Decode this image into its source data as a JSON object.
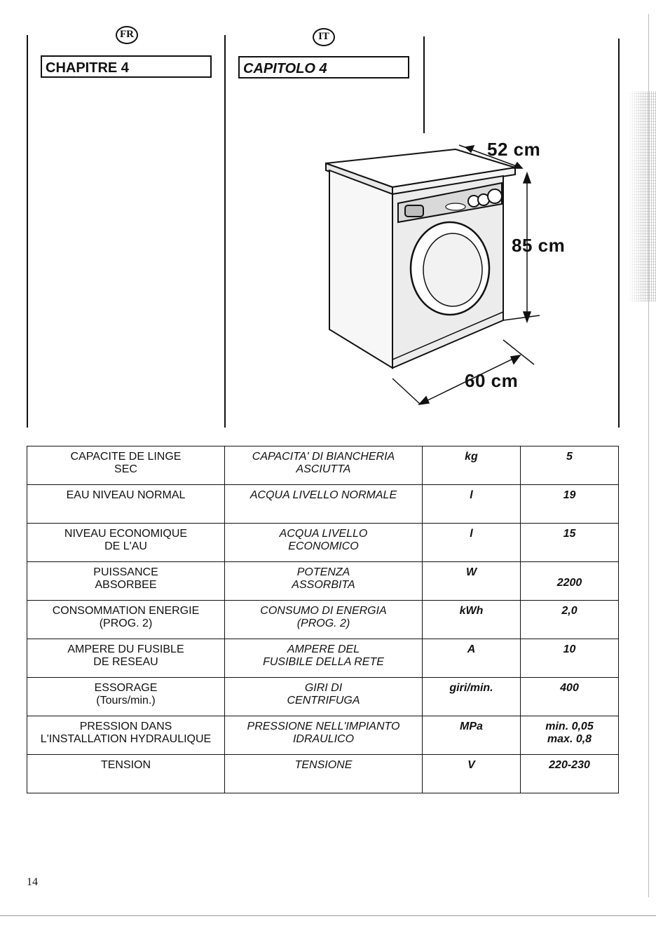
{
  "header": {
    "fr": {
      "lang_code": "FR",
      "chapter_title": "CHAPITRE 4"
    },
    "it": {
      "lang_code": "IT",
      "chapter_title": "CAPITOLO 4"
    }
  },
  "diagram": {
    "width_label": "52 cm",
    "height_label": "85 cm",
    "depth_label": "60 cm"
  },
  "specs": [
    {
      "fr": "CAPACITE DE LINGE\nSEC",
      "it": "CAPACITA' DI BIANCHERIA\nASCIUTTA",
      "unit": "kg",
      "value": "5"
    },
    {
      "fr": "EAU NIVEAU NORMAL",
      "it": "ACQUA LIVELLO NORMALE",
      "unit": "l",
      "value": "19"
    },
    {
      "fr": "NIVEAU ECONOMIQUE\nDE L'AU",
      "it": "ACQUA LIVELLO\nECONOMICO",
      "unit": "l",
      "value": "15"
    },
    {
      "fr": "PUISSANCE\nABSORBEE",
      "it": "POTENZA\nASSORBITA",
      "unit": "W",
      "value": "2200"
    },
    {
      "fr": "CONSOMMATION ENERGIE\n(PROG. 2)",
      "it": "CONSUMO DI ENERGIA\n(PROG. 2)",
      "unit": "kWh",
      "value": "2,0"
    },
    {
      "fr": "AMPERE DU FUSIBLE\nDE RESEAU",
      "it": "AMPERE DEL\nFUSIBILE DELLA RETE",
      "unit": "A",
      "value": "10"
    },
    {
      "fr": "ESSORAGE\n(Tours/min.)",
      "it": "GIRI DI\nCENTRIFUGA",
      "unit": "giri/min.",
      "value": "400"
    },
    {
      "fr": "PRESSION DANS\nL'INSTALLATION HYDRAULIQUE",
      "it": "PRESSIONE NELL'IMPIANTO\nIDRAULICO",
      "unit": "MPa",
      "value": "min. 0,05\nmax. 0,8"
    },
    {
      "fr": "TENSION",
      "it": "TENSIONE",
      "unit": "V",
      "value": "220-230"
    }
  ],
  "footer": {
    "page_number": "14"
  }
}
